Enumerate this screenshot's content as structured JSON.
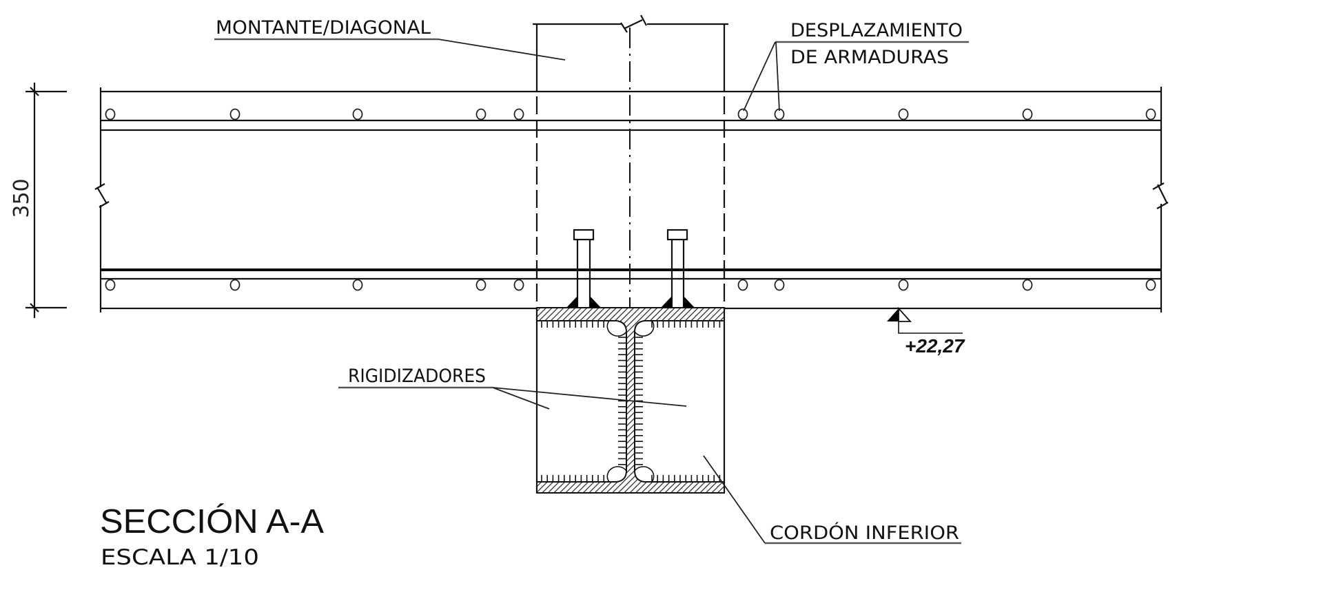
{
  "drawing": {
    "title": "SECCIÓN A-A",
    "scale_label": "ESCALA 1/10",
    "dimension": "350",
    "level_mark": "+22,27",
    "labels": {
      "montante": "MONTANTE/DIAGONAL",
      "desplazamiento_line1": "DESPLAZAMIENTO",
      "desplazamiento_line2": "DE ARMADURAS",
      "rigidizadores": "RIGIDIZADORES",
      "cordon": "CORDÓN INFERIOR"
    },
    "line_color": "#111111",
    "background": "#ffffff"
  }
}
